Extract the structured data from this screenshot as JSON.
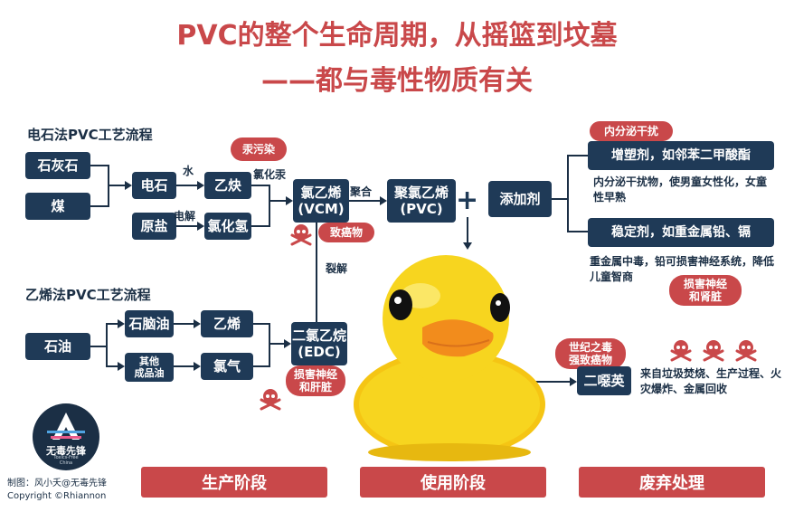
{
  "title": {
    "line1": "PVC的整个生命周期，从摇篮到坟墓",
    "line2": "——都与毒性物质有关"
  },
  "calcium_carbide": {
    "heading": "电石法PVC工艺流程",
    "limestone": "石灰石",
    "coal": "煤",
    "carbide": "电石",
    "water": "水",
    "acetylene": "乙炔",
    "salt": "原盐",
    "electrolysis": "电解",
    "hcl": "氯化氢",
    "mercury_chloride": "氯化汞",
    "mercury_pollution": "汞污染",
    "vcm": "氯乙烯\n(VCM)",
    "carcinogen": "致癌物",
    "polymerization": "聚合",
    "pvc": "聚氯乙烯\n(PVC)"
  },
  "ethylene": {
    "heading": "乙烯法PVC工艺流程",
    "oil": "石油",
    "naphtha": "石脑油",
    "other_oil": "其他\n成品油",
    "ethylene": "乙烯",
    "chlorine": "氯气",
    "edc": "二氯乙烷\n(EDC)",
    "cracking": "裂解",
    "damage": "损害神经\n和肝脏"
  },
  "additives": {
    "plus": "+",
    "label": "添加剂",
    "endocrine": "内分泌干扰",
    "plasticizer": "增塑剂，如邻苯二甲酸酯",
    "plasticizer_desc": "内分泌干扰物，使男童女性化，女童性早熟",
    "stabilizer": "稳定剂，如重金属铅、镉",
    "stabilizer_desc": "重金属中毒，铅可损害神经系统，降低儿童智商",
    "stabilizer_damage": "损害神经\n和肾脏"
  },
  "disposal": {
    "poison": "世纪之毒\n强致癌物",
    "dioxin": "二噁英",
    "desc": "来自垃圾焚烧、生产过程、火灾爆炸、金属回收"
  },
  "stages": [
    "生产阶段",
    "使用阶段",
    "废弃处理"
  ],
  "logo": {
    "text": "无毒先锋",
    "sub": "Toxics-Free\nChina"
  },
  "credit": {
    "line1": "制图：风小夭@无毒先锋",
    "line2": "Copyright ©Rhiannon"
  },
  "colors": {
    "navy": "#1f3a57",
    "red": "#c9484a",
    "duck": "#f7d51f",
    "beak": "#f28c1c"
  }
}
